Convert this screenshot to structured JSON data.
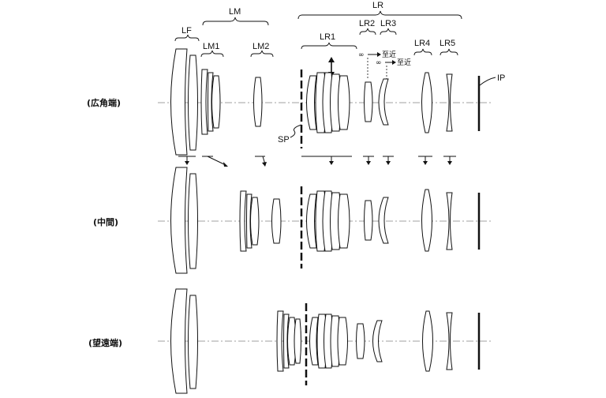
{
  "group_labels": {
    "LM": "LM",
    "LR": "LR",
    "LF": "LF",
    "LM1": "LM1",
    "LM2": "LM2",
    "LR1": "LR1",
    "LR2": "LR2",
    "LR3": "LR3",
    "LR4": "LR4",
    "LR5": "LR5",
    "SP": "SP",
    "IP": "IP"
  },
  "focus_markers": {
    "infinity": "∞",
    "near": "至近"
  },
  "states": [
    "(広角端)",
    "(中間)",
    "(望遠端)"
  ]
}
